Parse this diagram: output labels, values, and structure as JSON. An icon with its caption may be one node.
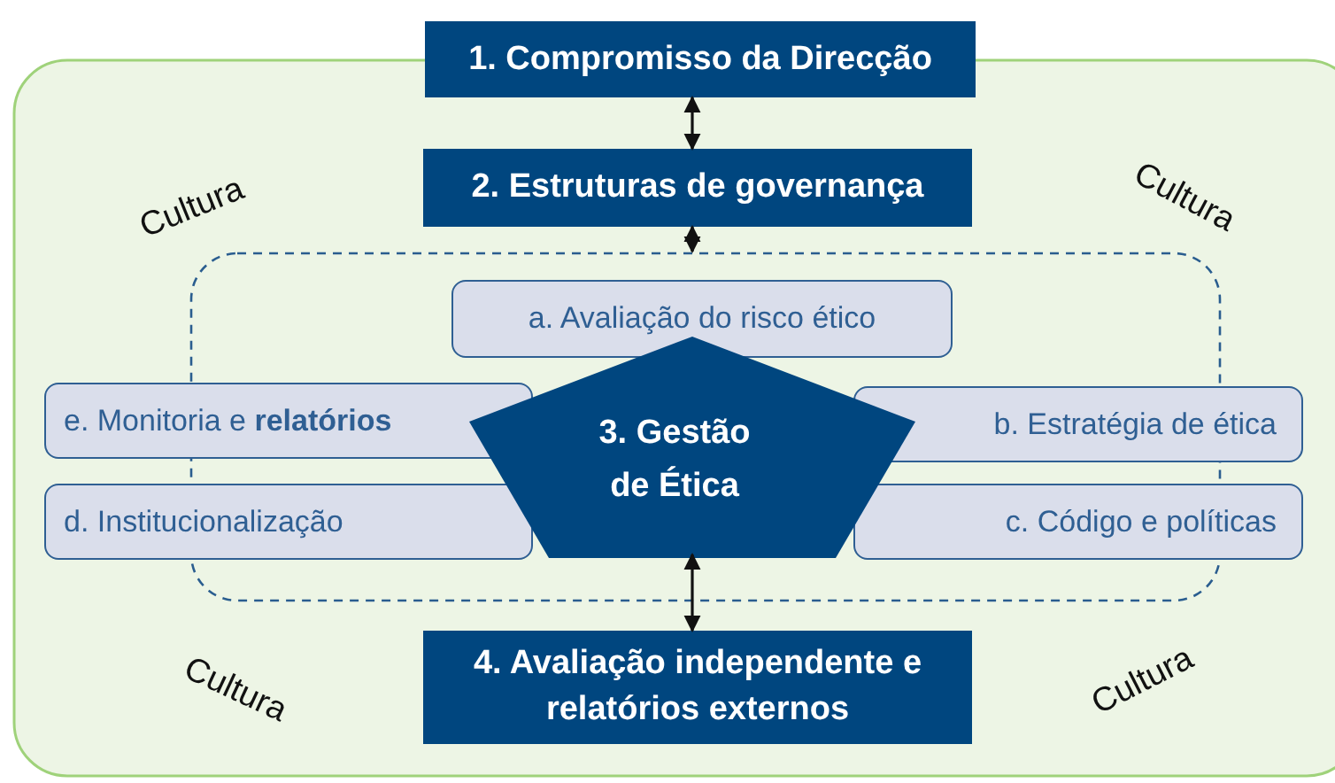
{
  "diagram": {
    "nodes": [
      {
        "text": [
          "1. Compromisso da Direcção"
        ]
      },
      {
        "text": [
          "2. Estruturas de governança"
        ]
      },
      {
        "text": [],
        "shape": "box"
      },
      {
        "text": [
          "a. Avaliação do risco ético"
        ],
        "in": 2
      },
      {
        "text": [
          "e. Monitoria e **relatórios**"
        ]
      },
      {
        "text": [
          "3. Gestão de Ética"
        ],
        "in": 2
      },
      {
        "text": [
          "b. Estratégia de ética"
        ]
      },
      {
        "text": [
          "d. Institucionalização"
        ]
      },
      {
        "text": [
          "c. Código e políticas"
        ]
      },
      {
        "text": [
          "4. Avaliação independente e relatórios externos"
        ]
      }
    ],
    "edges": [
      {
        "from": 0,
        "to": 1,
        "arrow": "both"
      },
      {
        "from": 1,
        "to": 2,
        "arrow": "both"
      },
      {
        "from": 5,
        "to": 9,
        "arrow": "both"
      }
    ],
    "labels": [
      "Cultura",
      "Cultura",
      "Cultura",
      "Cultura"
    ]
  }
}
